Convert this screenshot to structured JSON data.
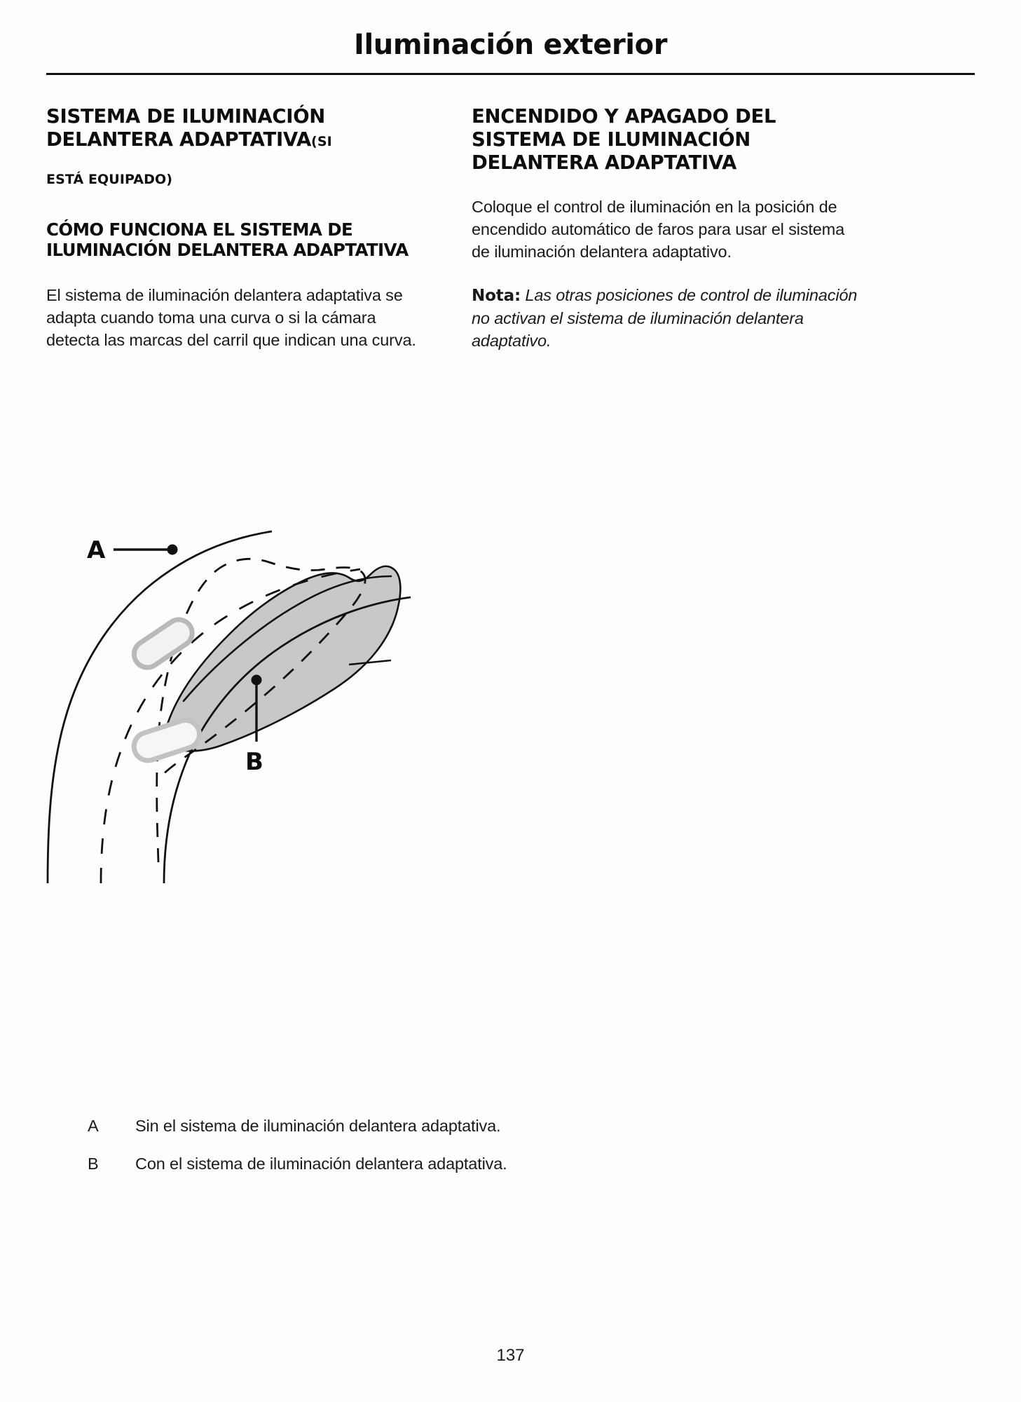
{
  "header": {
    "title": "Iluminación exterior"
  },
  "left_column": {
    "section_title_main": "SISTEMA DE ILUMINACIÓN DELANTERA ADAPTATIVA",
    "section_title_qualifier_a": "(SI",
    "section_title_qualifier_b": "ESTÁ EQUIPADO)",
    "subsection_title": "CÓMO FUNCIONA EL SISTEMA DE ILUMINACIÓN DELANTERA ADAPTATIVA",
    "paragraph": "El sistema de iluminación delantera adaptativa se adapta cuando toma una curva o si la cámara detecta las marcas del carril que indican una curva."
  },
  "right_column": {
    "section_title": "ENCENDIDO Y APAGADO DEL SISTEMA DE ILUMINACIÓN DELANTERA ADAPTATIVA",
    "paragraph": "Coloque el control de iluminación en la posición de encendido automático de faros para usar el sistema de iluminación delantera adaptativo.",
    "note_label": "Nota:",
    "note_text": "Las otras posiciones de control de iluminación no activan el sistema de iluminación delantera adaptativo."
  },
  "illustration": {
    "label_a": "A",
    "label_b": "B",
    "beam_fill_color": "#c8c8c8",
    "line_color": "#111111",
    "description": "Vista superior de una curva de carretera con dos faros de vehículo; el contorno discontinuo representa el haz sin sistema adaptativo y el área gris representa el haz con sistema adaptativo."
  },
  "legend": [
    {
      "key": "A",
      "description": "Sin el sistema de iluminación delantera adaptativa."
    },
    {
      "key": "B",
      "description": "Con el sistema de iluminación delantera adaptativa."
    }
  ],
  "footer": {
    "page_number": "137"
  }
}
